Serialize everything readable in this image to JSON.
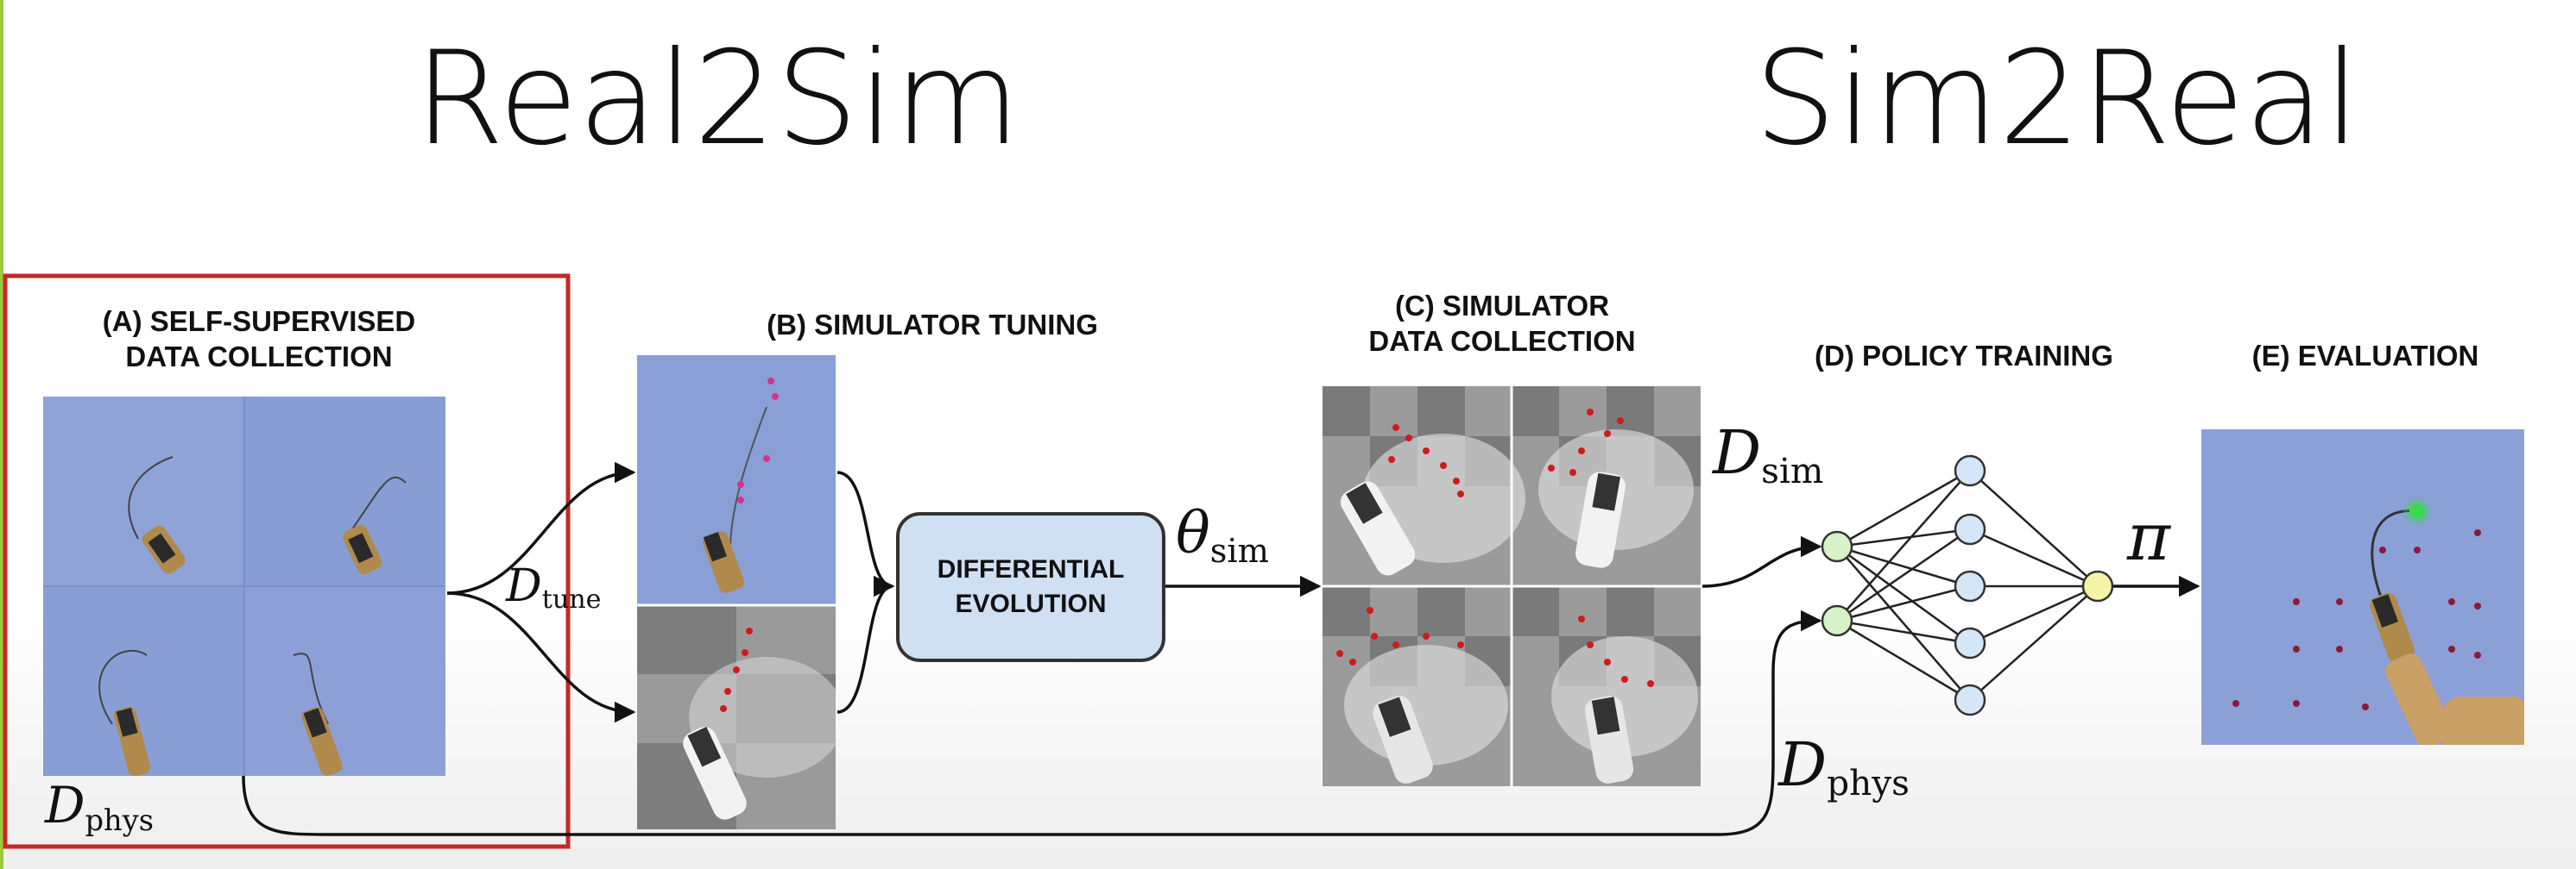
{
  "titles": {
    "real2sim": "Real2Sim",
    "sim2real": "Sim2Real"
  },
  "stages": {
    "a_line1": "(A) SELF-SUPERVISED",
    "a_line2": "DATA COLLECTION",
    "b": "(B) SIMULATOR TUNING",
    "c_line1": "(C) SIMULATOR",
    "c_line2": "DATA COLLECTION",
    "d": "(D) POLICY TRAINING",
    "e": "(E) EVALUATION"
  },
  "de_box": {
    "line1": "DIFFERENTIAL",
    "line2": "EVOLUTION"
  },
  "math": {
    "d_tune": {
      "symbol": "D",
      "sub": "tune"
    },
    "theta_sim": {
      "symbol": "θ",
      "sub": "sim"
    },
    "d_sim": {
      "symbol": "D",
      "sub": "sim"
    },
    "d_phys_right": {
      "symbol": "D",
      "sub": "phys"
    },
    "d_phys_left": {
      "symbol": "D",
      "sub": "phys"
    },
    "pi": "π"
  },
  "colors": {
    "highlight_frame": "#c62828",
    "real_bg": "#8a9fd6",
    "de_box_fill": "#cfe0f2",
    "input_node": "#d6f2c8",
    "hidden_node": "#d4e6f7",
    "output_node": "#f7f3a6",
    "target_dot": "#d11a1a",
    "eval_dot": "#8b1a3a",
    "goal_dot": "#3dd94f",
    "left_edge": "#9acb3c"
  }
}
